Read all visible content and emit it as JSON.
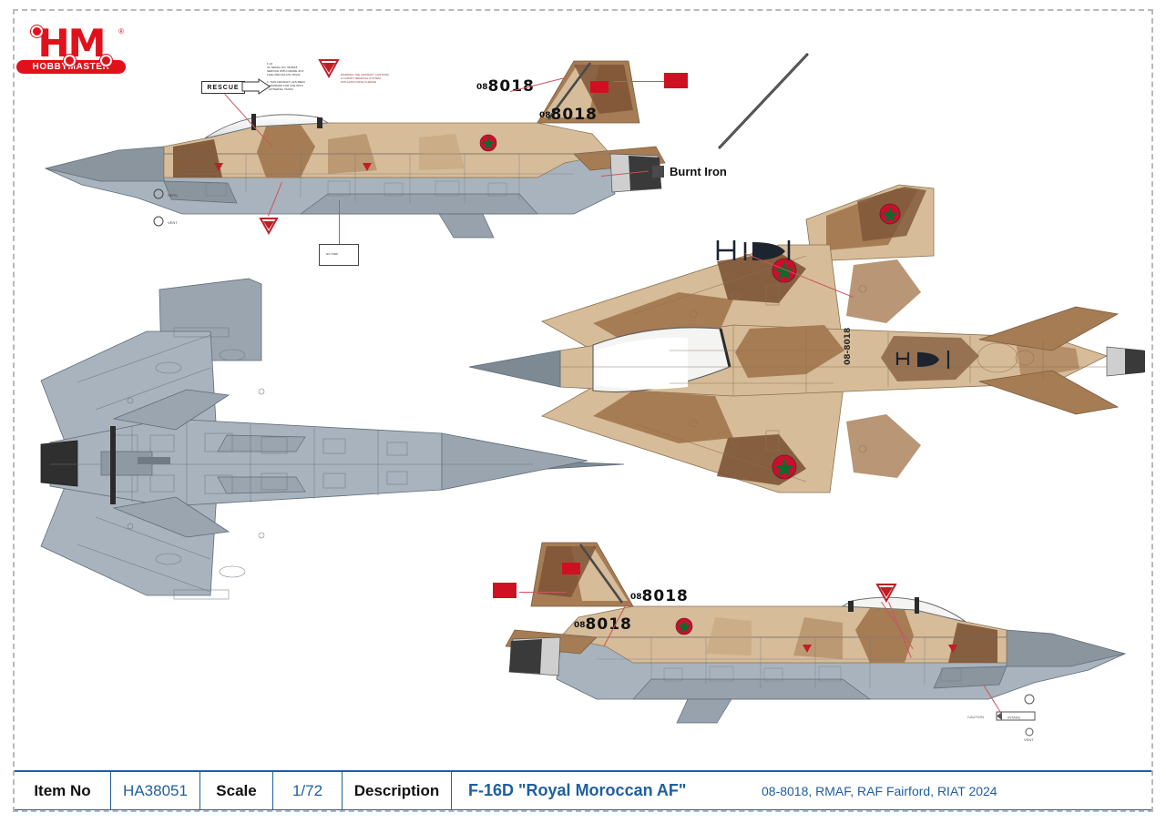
{
  "brand": {
    "mark": "HM",
    "name": "HOBBYMASTER",
    "registered": "®"
  },
  "footer": {
    "item_no_label": "Item No",
    "item_no_value": "HA38051",
    "scale_label": "Scale",
    "scale_value": "1/72",
    "description_label": "Description",
    "description_value": "F-16D \"Royal Moroccan AF\"",
    "note": "08-8018, RMAF, RAF Fairford,  RIAT 2024"
  },
  "callouts": {
    "rescue": "RESCUE",
    "burnt_iron": "Burnt Iron",
    "burnt_iron_color": "#4a4a4a",
    "flag_color": "#cf1022",
    "serial_prefix": "08",
    "serial_number": "8018",
    "stencil_block_1": "F-16\nAF SERIAL NO. 08-8018\nSERVICE WITH GRADE JP-8\nFUEL PER MIL-DTL-83133\n\n1. THIS AIRCRAFT HAS BEEN\n   MODIFIED FOR USE WITH\n   EXTERNAL TANKS",
    "stencil_block_2": "DANGER\nEJECTION\nSEAT",
    "stencil_block_3": "WARNING THE AIRCRAFT CONTAINS\nA CANOPY REMOVAL SYSTEM\nWITH EXPLOSIVE CHARGE",
    "stencil_block_4": "NO STEP",
    "arabic_marking": "Arabic script titles"
  },
  "views": {
    "side_left_upper": "F-16D left side profile, desert camouflage",
    "top_plan": "F-16D upper planform view, desert camouflage",
    "bottom_plan": "F-16D lower planform view, light gray",
    "side_right_lower": "F-16D right side profile, desert camouflage"
  },
  "colors": {
    "camo_light": "#d6bc99",
    "camo_mid": "#a67c54",
    "camo_dark": "#7d5436",
    "underside_gray": "#a9b3bd",
    "radome_gray": "#808c95",
    "canopy_white": "#f4f4f2",
    "exhaust_dark": "#3a3a3a",
    "accent_blue": "#1f5fa0",
    "brand_red": "#e1111b"
  }
}
